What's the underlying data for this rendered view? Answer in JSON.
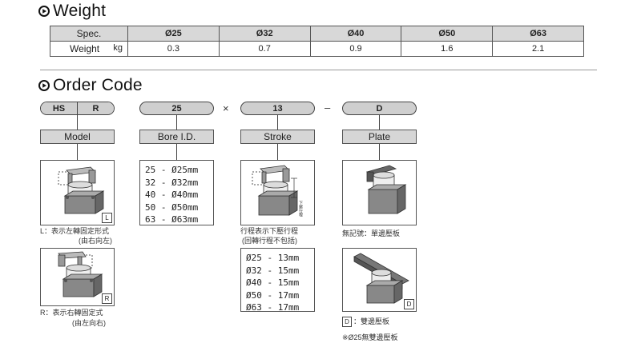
{
  "weight_section": {
    "title": "Weight",
    "table": {
      "header_label": "Spec.",
      "sizes": [
        "Ø25",
        "Ø32",
        "Ø40",
        "Ø50",
        "Ø63"
      ],
      "row_label": "Weight",
      "row_unit": "kg",
      "values": [
        "0.3",
        "0.7",
        "0.9",
        "1.6",
        "2.1"
      ]
    }
  },
  "order_section": {
    "title": "Order Code",
    "codes": {
      "model_a": "HS",
      "model_b": "R",
      "bore": "25",
      "stroke": "13",
      "plate": "D"
    },
    "separators": {
      "times": "×",
      "dash": "–"
    },
    "columns": {
      "model": "Model",
      "bore": "Bore I.D.",
      "stroke": "Stroke",
      "plate": "Plate"
    },
    "model_L": {
      "tag": "L",
      "note_line1": "L：表示左轉固定形式",
      "note_line2": "(由右向左)"
    },
    "model_R": {
      "tag": "R",
      "note_line1": "R：表示右轉固定式",
      "note_line2": "(由左向右)"
    },
    "bore_list": [
      "25 - Ø25mm",
      "32 - Ø32mm",
      "40 - Ø40mm",
      "50 - Ø50mm",
      "63 - Ø63mm"
    ],
    "stroke_note_line1": "行程表示下壓行程",
    "stroke_note_line2": "(回轉行程不包括)",
    "stroke_fig_text": "下壓行程",
    "stroke_list": [
      "Ø25 - 13mm",
      "Ø32 - 15mm",
      "Ø40 - 15mm",
      "Ø50 - 17mm",
      "Ø63 - 17mm"
    ],
    "plate_single_note": "無記號：單邊壓板",
    "plate_D": {
      "tag": "D",
      "note_line1": "：雙邊壓板",
      "note_line2": "※Ø25無雙邊壓板"
    }
  }
}
